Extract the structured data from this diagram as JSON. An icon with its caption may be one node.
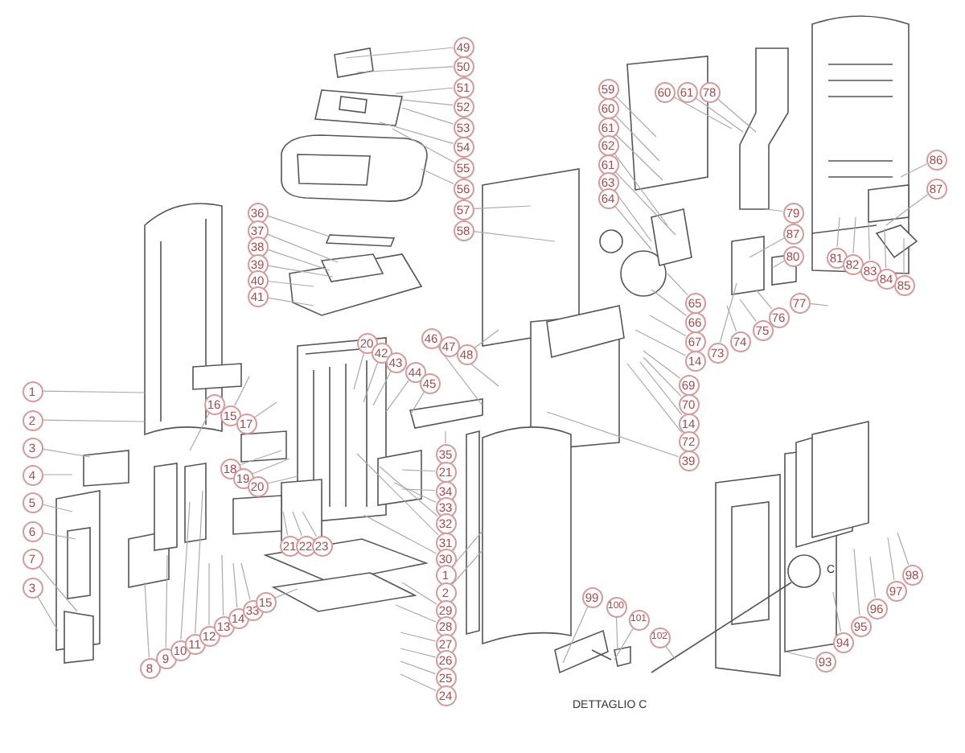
{
  "diagram": {
    "nodes": [
      {
        "text": [
          "49"
        ]
      },
      {
        "text": [
          "50"
        ]
      },
      {
        "text": [
          "51"
        ]
      },
      {
        "text": [
          "52"
        ]
      },
      {
        "text": [
          "53"
        ]
      },
      {
        "text": [
          "54"
        ]
      },
      {
        "text": [
          "55"
        ]
      },
      {
        "text": [
          "56"
        ]
      },
      {
        "text": [
          "57"
        ]
      },
      {
        "text": [
          "58"
        ]
      },
      {
        "text": [
          "36"
        ]
      },
      {
        "text": [
          "37"
        ]
      },
      {
        "text": [
          "38"
        ]
      },
      {
        "text": [
          "39"
        ]
      },
      {
        "text": [
          "40"
        ]
      },
      {
        "text": [
          "41"
        ]
      },
      {
        "text": [
          "20"
        ]
      },
      {
        "text": [
          "42"
        ]
      },
      {
        "text": [
          "43"
        ]
      },
      {
        "text": [
          "44"
        ]
      },
      {
        "text": [
          "45"
        ]
      },
      {
        "text": [
          "46"
        ]
      },
      {
        "text": [
          "47"
        ]
      },
      {
        "text": [
          "48"
        ]
      },
      {
        "text": [
          "35"
        ]
      },
      {
        "text": [
          "21"
        ]
      },
      {
        "text": [
          "34"
        ]
      },
      {
        "text": [
          "33"
        ]
      },
      {
        "text": [
          "32"
        ]
      },
      {
        "text": [
          "31"
        ]
      },
      {
        "text": [
          "30"
        ]
      },
      {
        "text": [
          "1"
        ]
      },
      {
        "text": [
          "2"
        ]
      },
      {
        "text": [
          "29"
        ]
      },
      {
        "text": [
          "28"
        ]
      },
      {
        "text": [
          "27"
        ]
      },
      {
        "text": [
          "26"
        ]
      },
      {
        "text": [
          "25"
        ]
      },
      {
        "text": [
          "24"
        ]
      },
      {
        "text": [
          "1"
        ]
      },
      {
        "text": [
          "2"
        ]
      },
      {
        "text": [
          "3"
        ]
      },
      {
        "text": [
          "4"
        ]
      },
      {
        "text": [
          "5"
        ]
      },
      {
        "text": [
          "6"
        ]
      },
      {
        "text": [
          "7"
        ]
      },
      {
        "text": [
          "3"
        ]
      },
      {
        "text": [
          "16"
        ]
      },
      {
        "text": [
          "15"
        ]
      },
      {
        "text": [
          "17"
        ]
      },
      {
        "text": [
          "18"
        ]
      },
      {
        "text": [
          "19"
        ]
      },
      {
        "text": [
          "20"
        ]
      },
      {
        "text": [
          "21"
        ]
      },
      {
        "text": [
          "22"
        ]
      },
      {
        "text": [
          "23"
        ]
      },
      {
        "text": [
          "8"
        ]
      },
      {
        "text": [
          "9"
        ]
      },
      {
        "text": [
          "10"
        ]
      },
      {
        "text": [
          "11"
        ]
      },
      {
        "text": [
          "12"
        ]
      },
      {
        "text": [
          "13"
        ]
      },
      {
        "text": [
          "14"
        ]
      },
      {
        "text": [
          "33"
        ]
      },
      {
        "text": [
          "15"
        ]
      },
      {
        "text": [
          "59"
        ]
      },
      {
        "text": [
          "60"
        ]
      },
      {
        "text": [
          "61"
        ]
      },
      {
        "text": [
          "62"
        ]
      },
      {
        "text": [
          "61"
        ]
      },
      {
        "text": [
          "63"
        ]
      },
      {
        "text": [
          "64"
        ]
      },
      {
        "text": [
          "60"
        ]
      },
      {
        "text": [
          "61"
        ]
      },
      {
        "text": [
          "78"
        ]
      },
      {
        "text": [
          "65"
        ]
      },
      {
        "text": [
          "66"
        ]
      },
      {
        "text": [
          "67"
        ]
      },
      {
        "text": [
          "14"
        ]
      },
      {
        "text": [
          "69"
        ]
      },
      {
        "text": [
          "70"
        ]
      },
      {
        "text": [
          "14"
        ]
      },
      {
        "text": [
          "72"
        ]
      },
      {
        "text": [
          "39"
        ]
      },
      {
        "text": [
          "73"
        ]
      },
      {
        "text": [
          "74"
        ]
      },
      {
        "text": [
          "75"
        ]
      },
      {
        "text": [
          "76"
        ]
      },
      {
        "text": [
          "77"
        ]
      },
      {
        "text": [
          "79"
        ]
      },
      {
        "text": [
          "87"
        ]
      },
      {
        "text": [
          "80"
        ]
      },
      {
        "text": [
          "86"
        ]
      },
      {
        "text": [
          "87"
        ]
      },
      {
        "text": [
          "81"
        ]
      },
      {
        "text": [
          "82"
        ]
      },
      {
        "text": [
          "83"
        ]
      },
      {
        "text": [
          "84"
        ]
      },
      {
        "text": [
          "85"
        ]
      },
      {
        "text": [
          "98"
        ]
      },
      {
        "text": [
          "97"
        ]
      },
      {
        "text": [
          "96"
        ]
      },
      {
        "text": [
          "95"
        ]
      },
      {
        "text": [
          "94"
        ]
      },
      {
        "text": [
          "93"
        ]
      },
      {
        "text": [
          "99"
        ]
      },
      {
        "text": [
          "100"
        ]
      },
      {
        "text": [
          "101"
        ]
      },
      {
        "text": [
          "102"
        ]
      }
    ],
    "edges": [
      {
        "from": 0,
        "to": null,
        "arrow": "none"
      },
      {
        "from": 1,
        "to": null,
        "arrow": "none"
      },
      {
        "from": 2,
        "to": null,
        "arrow": "none"
      },
      {
        "from": 3,
        "to": null,
        "arrow": "none"
      },
      {
        "from": 4,
        "to": null,
        "arrow": "none"
      },
      {
        "from": 5,
        "to": null,
        "arrow": "none"
      },
      {
        "from": 6,
        "to": null,
        "arrow": "none"
      },
      {
        "from": 7,
        "to": null,
        "arrow": "none"
      },
      {
        "from": 8,
        "to": null,
        "arrow": "none"
      },
      {
        "from": 9,
        "to": null,
        "arrow": "none"
      },
      {
        "from": 10,
        "to": null,
        "arrow": "none"
      },
      {
        "from": 11,
        "to": null,
        "arrow": "none"
      },
      {
        "from": 12,
        "to": null,
        "arrow": "none"
      },
      {
        "from": 13,
        "to": null,
        "arrow": "none"
      },
      {
        "from": 14,
        "to": null,
        "arrow": "none"
      },
      {
        "from": 15,
        "to": null,
        "arrow": "none"
      },
      {
        "from": 16,
        "to": null,
        "arrow": "none"
      },
      {
        "from": 17,
        "to": null,
        "arrow": "none"
      },
      {
        "from": 18,
        "to": null,
        "arrow": "none"
      },
      {
        "from": 19,
        "to": null,
        "arrow": "none"
      },
      {
        "from": 20,
        "to": null,
        "arrow": "none"
      },
      {
        "from": 21,
        "to": null,
        "arrow": "none"
      },
      {
        "from": 22,
        "to": null,
        "arrow": "none"
      },
      {
        "from": 23,
        "to": null,
        "arrow": "none"
      },
      {
        "from": 24,
        "to": null,
        "arrow": "none"
      },
      {
        "from": 25,
        "to": null,
        "arrow": "none"
      },
      {
        "from": 26,
        "to": null,
        "arrow": "none"
      },
      {
        "from": 27,
        "to": null,
        "arrow": "none"
      },
      {
        "from": 28,
        "to": null,
        "arrow": "none"
      },
      {
        "from": 29,
        "to": null,
        "arrow": "none"
      },
      {
        "from": 30,
        "to": null,
        "arrow": "none"
      },
      {
        "from": 31,
        "to": null,
        "arrow": "none"
      },
      {
        "from": 32,
        "to": null,
        "arrow": "none"
      },
      {
        "from": 33,
        "to": null,
        "arrow": "none"
      },
      {
        "from": 34,
        "to": null,
        "arrow": "none"
      },
      {
        "from": 35,
        "to": null,
        "arrow": "none"
      },
      {
        "from": 36,
        "to": null,
        "arrow": "none"
      },
      {
        "from": 37,
        "to": null,
        "arrow": "none"
      },
      {
        "from": 38,
        "to": null,
        "arrow": "none"
      },
      {
        "from": 39,
        "to": null,
        "arrow": "none"
      },
      {
        "from": 40,
        "to": null,
        "arrow": "none"
      },
      {
        "from": 41,
        "to": null,
        "arrow": "none"
      },
      {
        "from": 42,
        "to": null,
        "arrow": "none"
      },
      {
        "from": 43,
        "to": null,
        "arrow": "none"
      },
      {
        "from": 44,
        "to": null,
        "arrow": "none"
      },
      {
        "from": 45,
        "to": null,
        "arrow": "none"
      },
      {
        "from": 46,
        "to": null,
        "arrow": "none"
      },
      {
        "from": 47,
        "to": null,
        "arrow": "none"
      },
      {
        "from": 48,
        "to": null,
        "arrow": "none"
      },
      {
        "from": 49,
        "to": null,
        "arrow": "none"
      },
      {
        "from": 50,
        "to": null,
        "arrow": "none"
      },
      {
        "from": 51,
        "to": null,
        "arrow": "none"
      },
      {
        "from": 52,
        "to": null,
        "arrow": "none"
      },
      {
        "from": 53,
        "to": null,
        "arrow": "none"
      },
      {
        "from": 54,
        "to": null,
        "arrow": "none"
      },
      {
        "from": 55,
        "to": null,
        "arrow": "none"
      },
      {
        "from": 56,
        "to": null,
        "arrow": "none"
      },
      {
        "from": 57,
        "to": null,
        "arrow": "none"
      },
      {
        "from": 58,
        "to": null,
        "arrow": "none"
      },
      {
        "from": 59,
        "to": null,
        "arrow": "none"
      },
      {
        "from": 60,
        "to": null,
        "arrow": "none"
      },
      {
        "from": 61,
        "to": null,
        "arrow": "none"
      },
      {
        "from": 62,
        "to": null,
        "arrow": "none"
      },
      {
        "from": 63,
        "to": null,
        "arrow": "none"
      },
      {
        "from": 64,
        "to": null,
        "arrow": "none"
      },
      {
        "from": 65,
        "to": null,
        "arrow": "none"
      },
      {
        "from": 66,
        "to": null,
        "arrow": "none"
      },
      {
        "from": 67,
        "to": null,
        "arrow": "none"
      },
      {
        "from": 68,
        "to": null,
        "arrow": "none"
      },
      {
        "from": 69,
        "to": null,
        "arrow": "none"
      },
      {
        "from": 70,
        "to": null,
        "arrow": "none"
      },
      {
        "from": 71,
        "to": null,
        "arrow": "none"
      },
      {
        "from": 72,
        "to": null,
        "arrow": "none"
      },
      {
        "from": 73,
        "to": null,
        "arrow": "none"
      },
      {
        "from": 74,
        "to": null,
        "arrow": "none"
      },
      {
        "from": 75,
        "to": null,
        "arrow": "none"
      },
      {
        "from": 76,
        "to": null,
        "arrow": "none"
      },
      {
        "from": 77,
        "to": null,
        "arrow": "none"
      },
      {
        "from": 78,
        "to": null,
        "arrow": "none"
      },
      {
        "from": 79,
        "to": null,
        "arrow": "none"
      },
      {
        "from": 80,
        "to": null,
        "arrow": "none"
      },
      {
        "from": 81,
        "to": null,
        "arrow": "none"
      },
      {
        "from": 82,
        "to": null,
        "arrow": "none"
      },
      {
        "from": 83,
        "to": null,
        "arrow": "none"
      },
      {
        "from": 84,
        "to": null,
        "arrow": "none"
      },
      {
        "from": 85,
        "to": null,
        "arrow": "none"
      },
      {
        "from": 86,
        "to": null,
        "arrow": "none"
      },
      {
        "from": 87,
        "to": null,
        "arrow": "none"
      },
      {
        "from": 88,
        "to": null,
        "arrow": "none"
      },
      {
        "from": 89,
        "to": null,
        "arrow": "none"
      },
      {
        "from": 90,
        "to": null,
        "arrow": "none"
      },
      {
        "from": 91,
        "to": null,
        "arrow": "none"
      },
      {
        "from": 92,
        "to": null,
        "arrow": "none"
      },
      {
        "from": 93,
        "to": null,
        "arrow": "none"
      },
      {
        "from": 94,
        "to": null,
        "arrow": "none"
      },
      {
        "from": 95,
        "to": null,
        "arrow": "none"
      },
      {
        "from": 96,
        "to": null,
        "arrow": "none"
      },
      {
        "from": 97,
        "to": null,
        "arrow": "none"
      },
      {
        "from": 98,
        "to": null,
        "arrow": "none"
      },
      {
        "from": 99,
        "to": null,
        "arrow": "none"
      },
      {
        "from": 100,
        "to": null,
        "arrow": "none"
      },
      {
        "from": 101,
        "to": null,
        "arrow": "none"
      },
      {
        "from": 102,
        "to": null,
        "arrow": "none"
      },
      {
        "from": 103,
        "to": null,
        "arrow": "none"
      },
      {
        "from": 104,
        "to": null,
        "arrow": "none"
      },
      {
        "from": 105,
        "to": null,
        "arrow": "none"
      },
      {
        "from": 106,
        "to": null,
        "arrow": "none"
      },
      {
        "from": 107,
        "to": null,
        "arrow": "none"
      },
      {
        "from": 108,
        "to": null,
        "arrow": "none"
      }
    ],
    "labels": [
      "C",
      "DETTAGLIO C"
    ]
  }
}
